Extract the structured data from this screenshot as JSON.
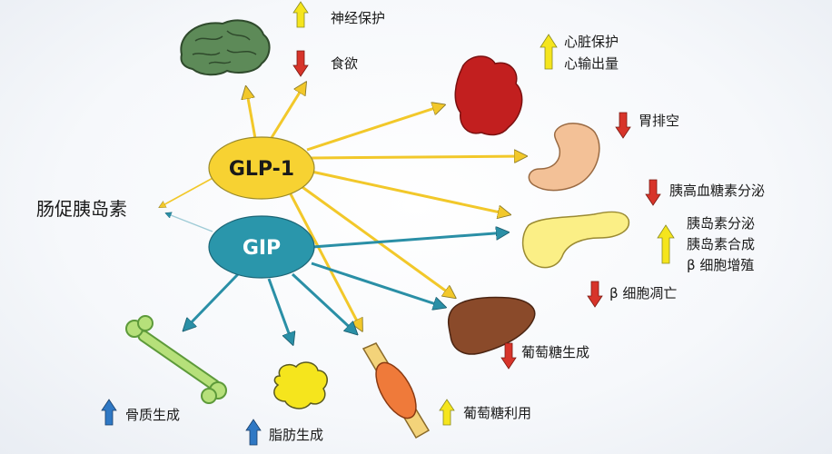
{
  "hormones": {
    "glp1": "GLP-1",
    "gip": "GIP",
    "incretin": "肠促胰岛素"
  },
  "effects": {
    "brain": {
      "up": "神经保护",
      "down": "食欲"
    },
    "heart": {
      "line1": "心脏保护",
      "line2": "心输出量"
    },
    "stomach": "胃排空",
    "glucagon": "胰高血糖素分泌",
    "pancreas": {
      "line1": "胰岛素分泌",
      "line2": "胰岛素合成",
      "line3": "β 细胞增殖"
    },
    "beta_apoptosis": "β 细胞凋亡",
    "liver": "葡萄糖生成",
    "muscle": "葡萄糖利用",
    "fat": "脂肪生成",
    "bone": "骨质生成"
  },
  "colors": {
    "glp1_fill": "#f7d232",
    "gip_fill": "#2a96ab",
    "glp1_arrow": "#f2c82a",
    "gip_arrow": "#2a8fa6",
    "up_yellow": "#f5e51d",
    "down_red": "#d7342a",
    "up_blue": "#2f78c4"
  }
}
